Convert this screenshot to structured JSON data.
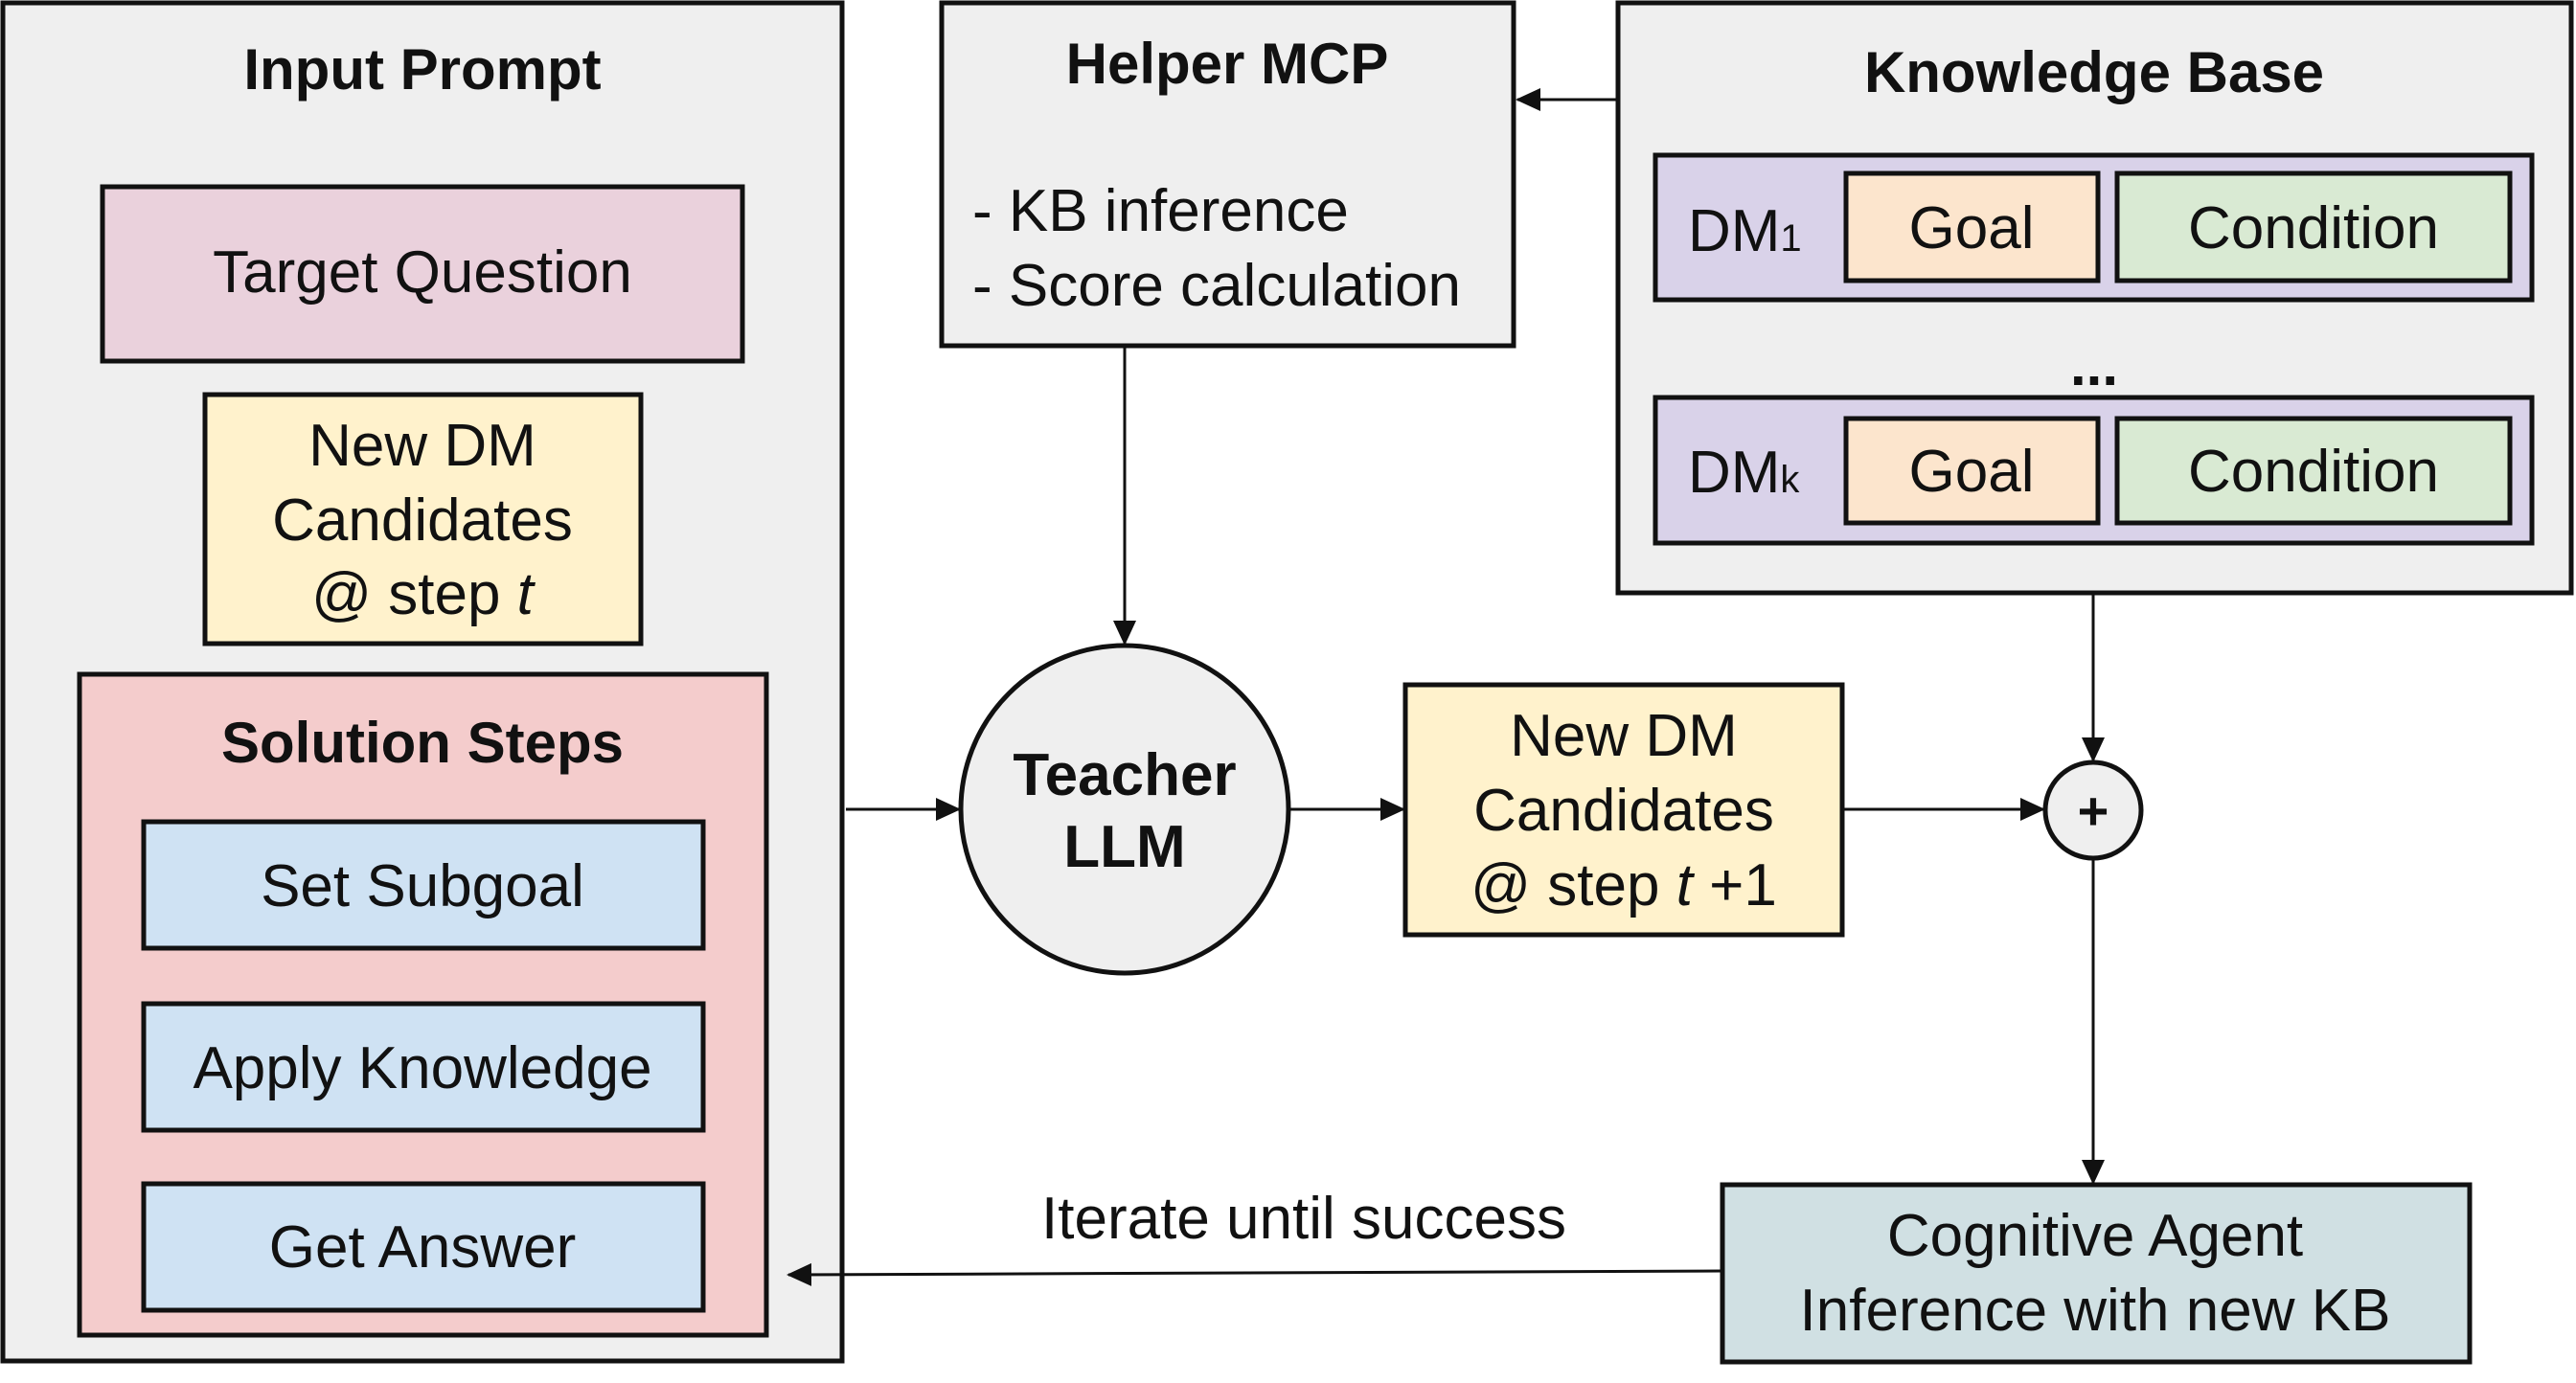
{
  "colors": {
    "panel_gray": "#efefef",
    "target_question": "#ead1dc",
    "dm_candidates": "#fff2cc",
    "solution_steps": "#f4cccc",
    "step_item": "#cfe2f3",
    "dm_row": "#d9d2e9",
    "goal": "#fce5cd",
    "condition": "#d9ead3",
    "cognitive_agent": "#d0e0e3",
    "teacher_llm": "#efefef"
  },
  "input_prompt": {
    "title": "Input Prompt",
    "target_question": "Target Question",
    "dm_candidates": {
      "line1": "New DM",
      "line2": "Candidates",
      "line3_prefix": "@ step ",
      "line3_var": "t"
    },
    "solution_steps": {
      "title": "Solution Steps",
      "items": [
        "Set Subgoal",
        "Apply Knowledge",
        "Get Answer"
      ]
    }
  },
  "helper_mcp": {
    "title": "Helper MCP",
    "lines": [
      "- KB inference",
      "- Score calculation"
    ]
  },
  "knowledge_base": {
    "title": "Knowledge Base",
    "ellipsis": "...",
    "rows": [
      {
        "dm": "DM",
        "sub": "1",
        "goal": "Goal",
        "condition": "Condition"
      },
      {
        "dm": "DM",
        "sub": "k",
        "goal": "Goal",
        "condition": "Condition"
      }
    ]
  },
  "teacher_llm": {
    "line1": "Teacher",
    "line2": "LLM"
  },
  "new_dm_candidates": {
    "line1": "New DM",
    "line2": "Candidates",
    "line3_prefix": "@ step ",
    "line3_var": "t",
    "line3_suffix": " +1"
  },
  "combine_symbol": "+",
  "cognitive_agent": {
    "line1": "Cognitive Agent",
    "line2": "Inference with new KB"
  },
  "iterate_label": "Iterate until success"
}
